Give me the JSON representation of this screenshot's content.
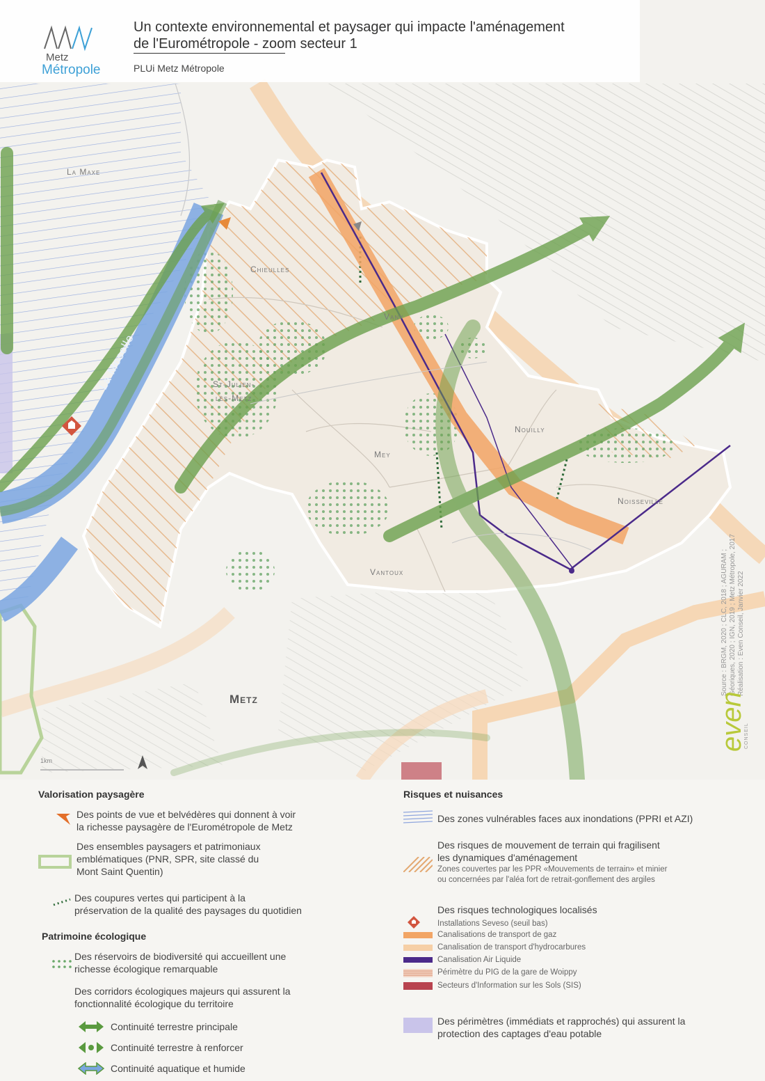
{
  "header": {
    "logo_metz": "Metz",
    "logo_metropole": "Métropole",
    "title_line1": "Un contexte environnemental et paysager qui impacte l'aménagement",
    "title_line2": "de l'Eurométropole - zoom secteur 1",
    "subtitle": "PLUi Metz Métropole"
  },
  "places": {
    "la_maxe": "La Maxe",
    "chieulles": "Chieulles",
    "vany": "Vany",
    "st_julien_1": "St-Julien-",
    "st_julien_2": "lès-Metz",
    "mey": "Mey",
    "nouilly": "Nouilly",
    "noisseville": "Noisseville",
    "vantoux": "Vantoux",
    "metz": "Metz",
    "river": "La Moselle"
  },
  "source": {
    "line1": "Source : BRGM, 2020 ; CLC, 2018 ; AGURAM ;",
    "line2": "Géoriques, 2020 ; IGN, 2019 ; Metz Métropole, 2017",
    "line3": "Réalisation : Even Conseil, Janvier 2022",
    "even": "even",
    "even_sub": "CONSEIL"
  },
  "scale_label": "1km",
  "legend": {
    "valorisation": {
      "heading": "Valorisation paysagère",
      "items": [
        {
          "line1": "Des points de vue et belvédères qui donnent à voir",
          "line2": "la richesse paysagère de l'Eurométropole de Metz"
        },
        {
          "line1": "Des ensembles paysagers et patrimoniaux",
          "line2": "emblématiques (PNR, SPR, site classé du",
          "line3": "Mont Saint Quentin)"
        },
        {
          "line1": "Des coupures vertes qui participent à la",
          "line2": "préservation de la qualité des paysages du quotidien"
        }
      ]
    },
    "patrimoine": {
      "heading": "Patrimoine écologique",
      "reservoirs": {
        "line1": "Des réservoirs de biodiversité qui accueillent une",
        "line2": "richesse écologique remarquable"
      },
      "corridors": {
        "line1": "Des corridors écologiques majeurs qui assurent la",
        "line2": "fonctionnalité écologique du territoire"
      },
      "continuites": [
        "Continuité terrestre principale",
        "Continuité terrestre à renforcer",
        "Continuité aquatique et humide"
      ]
    },
    "risques": {
      "heading": "Risques et nuisances",
      "inondations": "Des zones vulnérables faces aux inondations (PPRI et AZI)",
      "mouvement": {
        "line1": "Des risques de mouvement de terrain qui fragilisent",
        "line2": "les dynamiques d'aménagement",
        "note1": "Zones couvertes par les PPR «Mouvements de terrain» et minier",
        "note2": "ou concernées par l'aléa fort de retrait-gonflement des argiles"
      },
      "techno": {
        "heading": "Des risques technologiques localisés",
        "items": [
          "Installations Seveso (seuil bas)",
          "Canalisations de transport de gaz",
          "Canalisation de transport d'hydrocarbures",
          "Canalisation Air Liquide",
          "Périmètre du PIG de la gare de Woippy",
          "Secteurs d'Information sur les Sols (SIS)"
        ]
      },
      "captages": {
        "line1": "Des périmètres (immédiats et rapprochés) qui assurent la",
        "line2": "protection des captages d'eau potable"
      }
    }
  },
  "colors": {
    "green_corridor": "#5f9a45",
    "river_blue": "#7aa6e0",
    "orange_gas": "#f2a565",
    "purple_line": "#4b2a8a",
    "hatch_orange": "#e3a871",
    "seveso_red": "#d2553f",
    "sis_red": "#b8434f",
    "captage_purple": "#c9c4ea"
  }
}
